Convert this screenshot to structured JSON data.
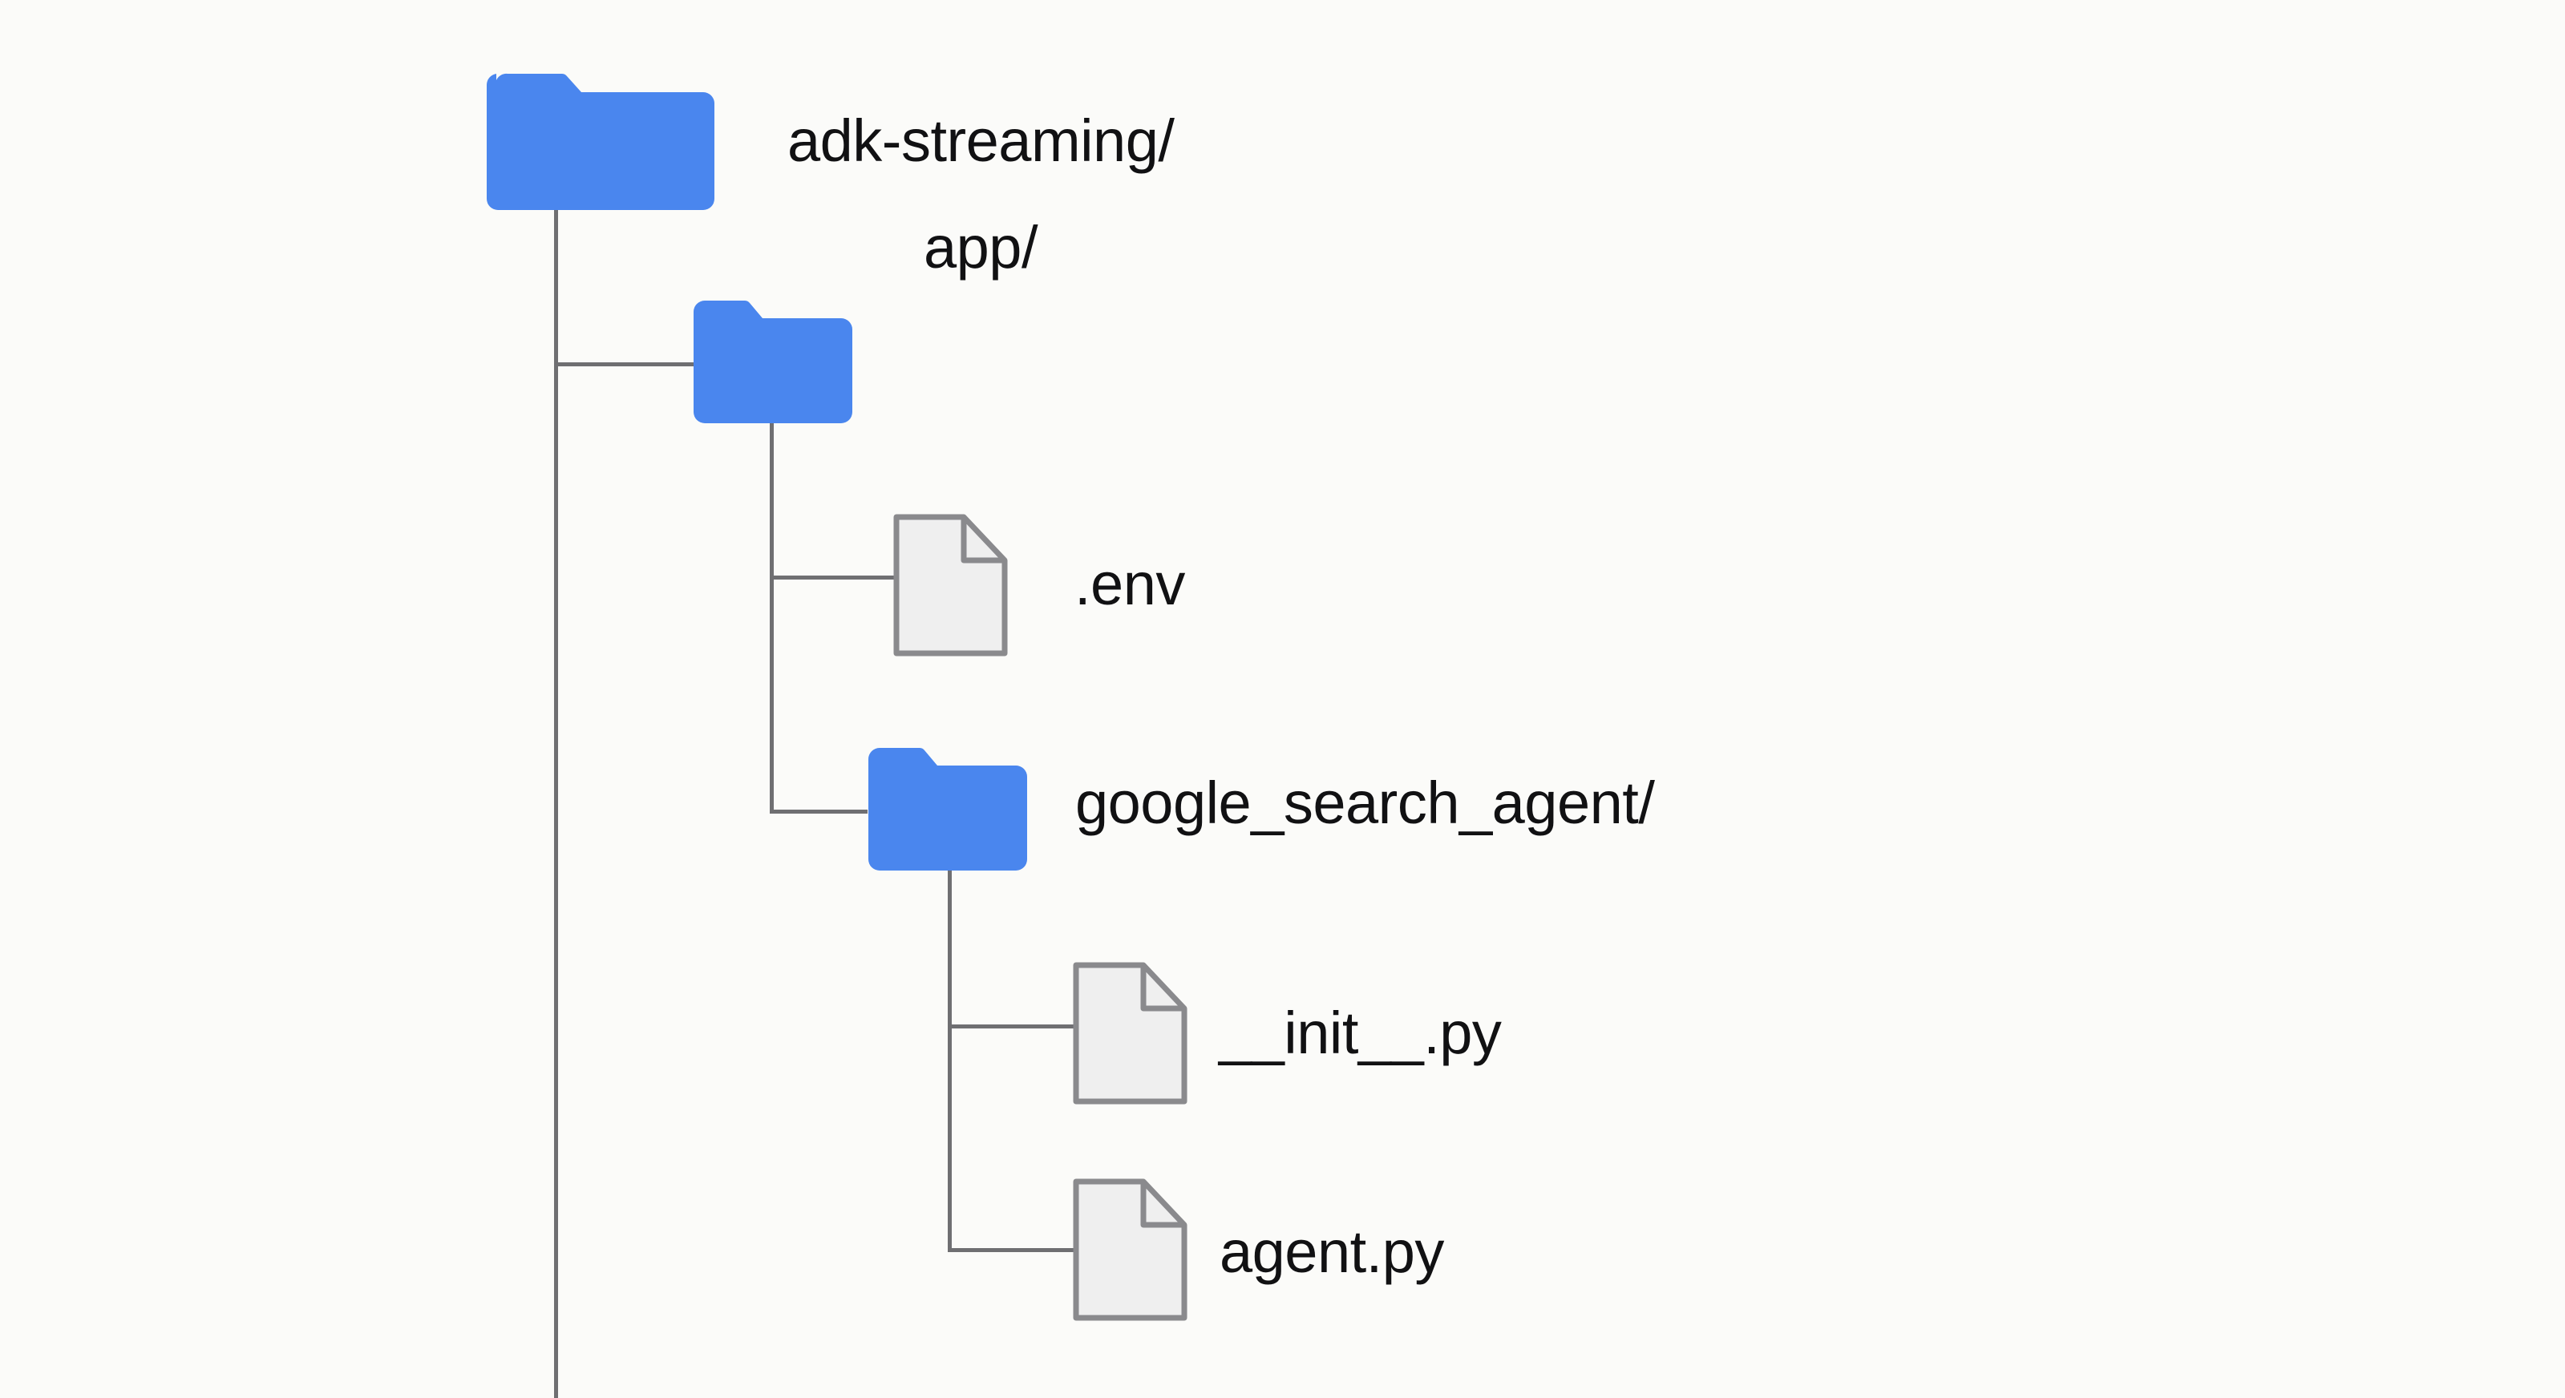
{
  "diagram": {
    "type": "file-tree",
    "background_color": "#fbfbf9",
    "folder_color": "#4a86ee",
    "file_fill_color": "#efefef",
    "file_stroke_color": "#8a8a8d",
    "line_color": "#6f6f72",
    "text_color": "#111113",
    "nodes": [
      {
        "id": "root",
        "label": "adk-streaming/",
        "kind": "folder",
        "depth": 0,
        "icon": "folder-icon"
      },
      {
        "id": "app",
        "label": "app/",
        "kind": "folder",
        "depth": 1,
        "icon": "folder-icon"
      },
      {
        "id": "env",
        "label": ".env",
        "kind": "file",
        "depth": 2,
        "icon": "file-icon"
      },
      {
        "id": "google_search_agent",
        "label": "google_search_agent/",
        "kind": "folder",
        "depth": 2,
        "icon": "folder-icon"
      },
      {
        "id": "init_py",
        "label": "__init__.py",
        "kind": "file",
        "depth": 3,
        "icon": "file-icon"
      },
      {
        "id": "agent_py",
        "label": "agent.py",
        "kind": "file",
        "depth": 3,
        "icon": "file-icon"
      }
    ]
  }
}
